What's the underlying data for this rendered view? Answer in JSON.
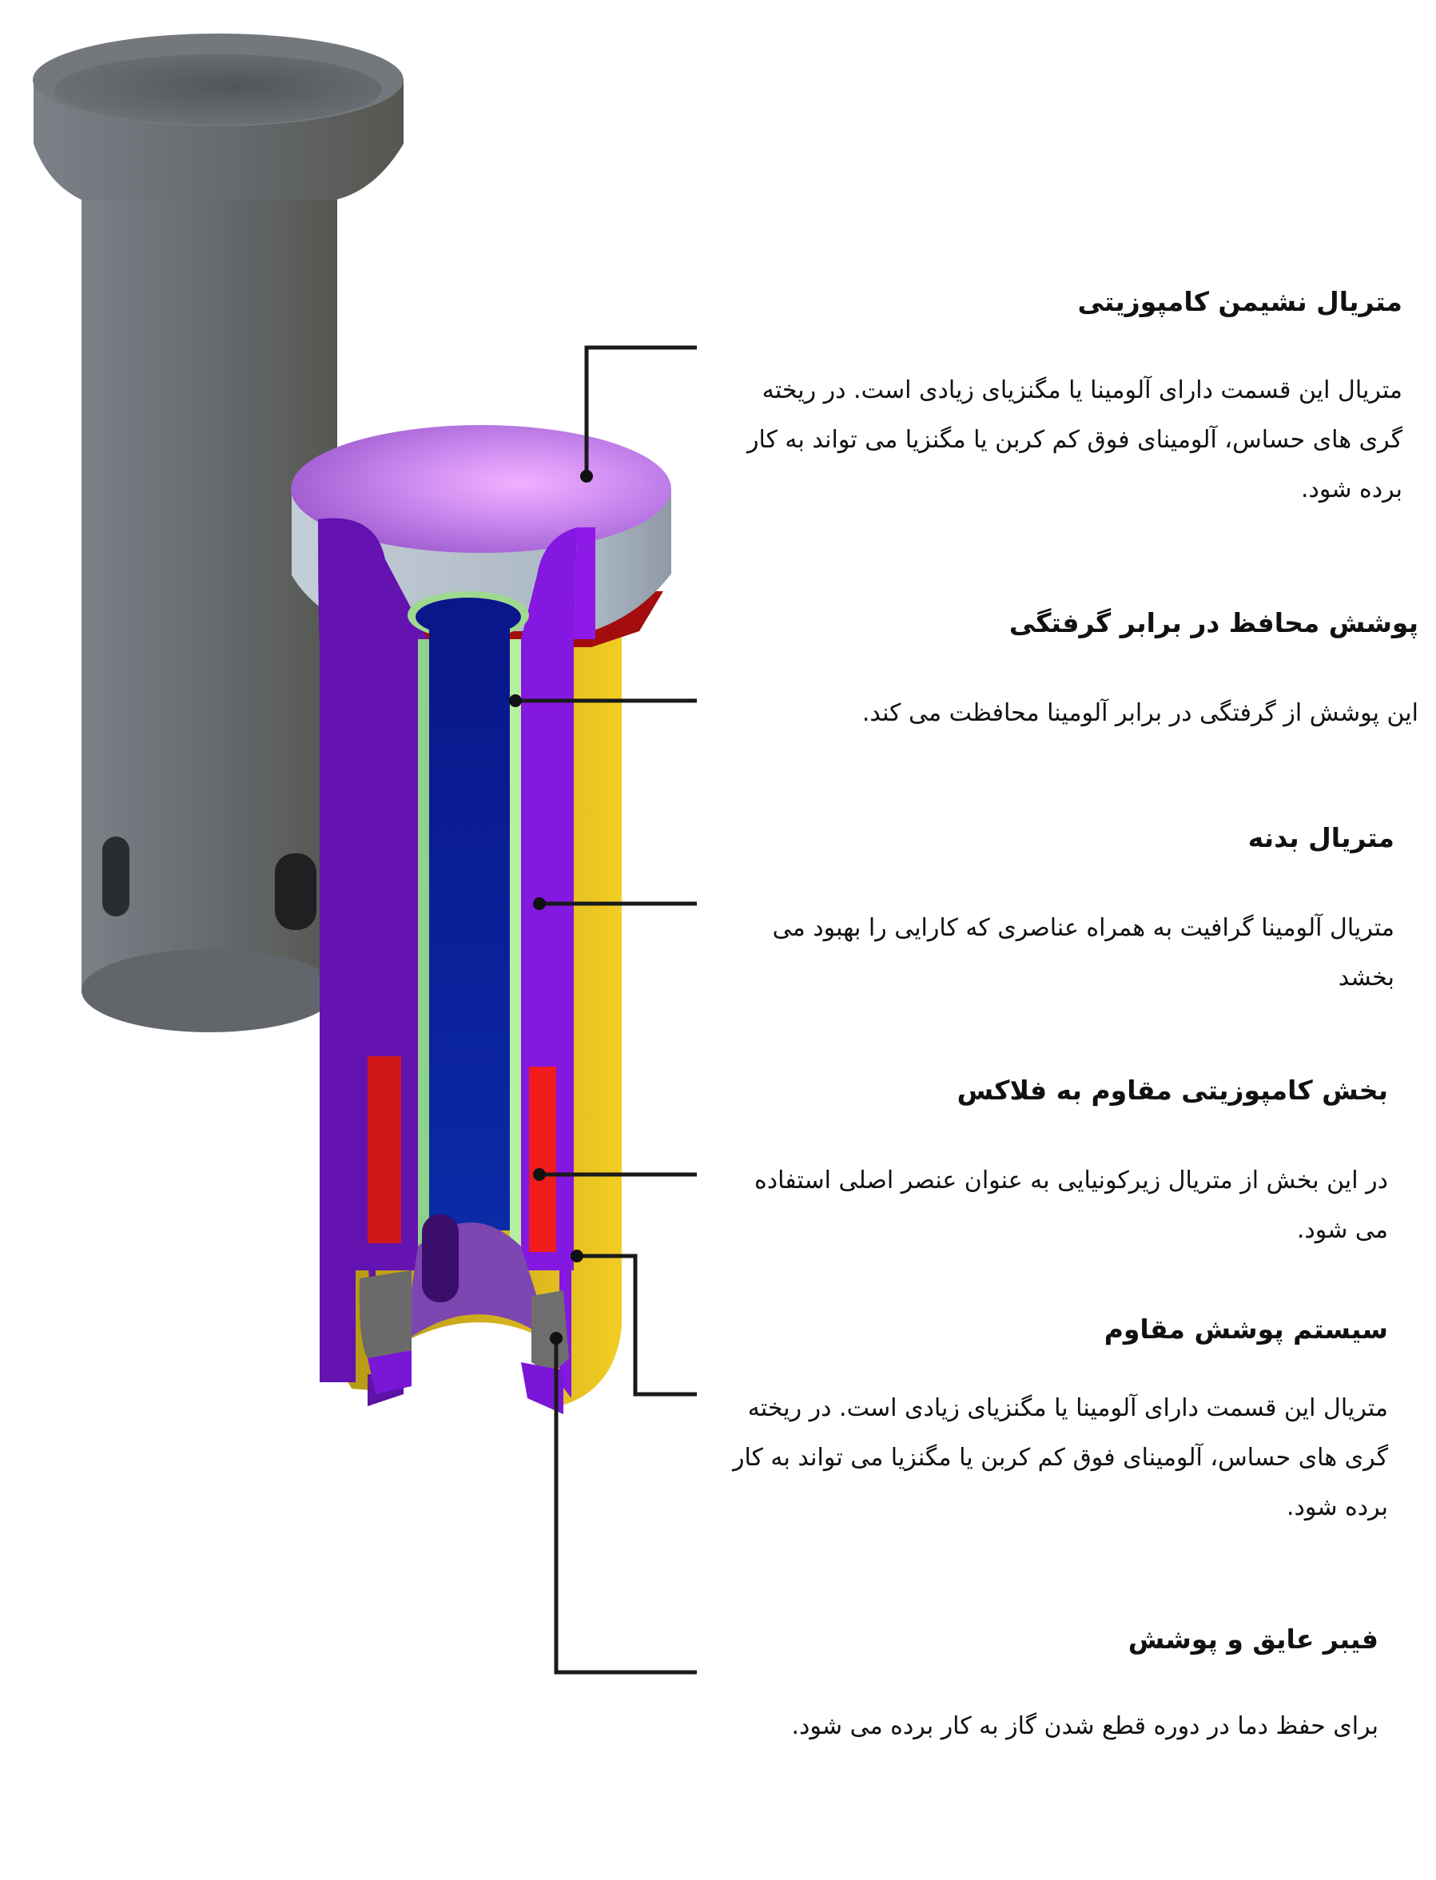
{
  "colors": {
    "background": "#ffffff",
    "outer_shell_gray": "#6b6f74",
    "seat_ring": "#b4c0cc",
    "cup_violet": "#cf8af2",
    "body_purple": "#7a16d6",
    "bore_blue": "#0c1a8e",
    "anti_oxidation_green": "#a8e89a",
    "flux_band_red": "#e8161c",
    "outer_coating_yellow": "#e6c21c",
    "tip_gray": "#6e6e6e",
    "leader_line": "#1a1a1a"
  },
  "labels": [
    {
      "title": "متریال نشیمن کامپوزیتی",
      "desc": "متریال این قسمت دارای آلومینا یا مگنزیای زیادی است. در ریخته گری های حساس، آلومینای فوق کم کربن یا مگنزیا می تواند به کار برده شود."
    },
    {
      "title": "پوشش محافظ در برابر گرفتگی",
      "desc": "این پوشش از گرفتگی در برابر آلومینا محافظت می کند."
    },
    {
      "title": "متریال بدنه",
      "desc": "متریال آلومینا گرافیت به همراه عناصری که کارایی را بهبود می بخشد"
    },
    {
      "title": "بخش کامپوزیتی مقاوم به فلاکس",
      "desc": "در این بخش از متریال زیرکونیایی به عنوان عنصر اصلی استفاده می شود."
    },
    {
      "title": "سیستم پوشش مقاوم",
      "desc": "متریال این قسمت دارای آلومینا یا مگنزیای زیادی است. در ریخته گری های حساس، آلومینای فوق کم کربن یا مگنزیا می تواند به کار برده شود."
    },
    {
      "title": "فیبر عایق و پوشش",
      "desc": "برای حفظ دما در دوره قطع شدن گاز به کار برده می شود."
    }
  ]
}
